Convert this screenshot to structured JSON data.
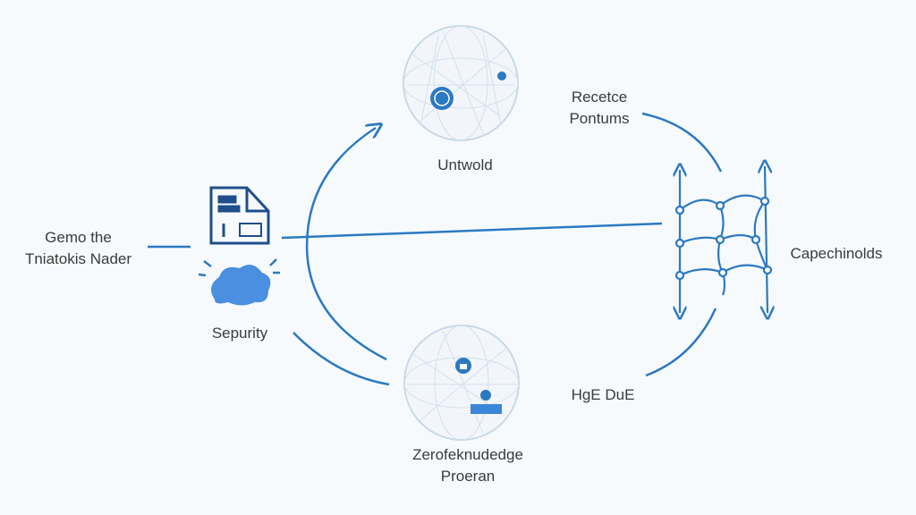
{
  "labels": {
    "left_node": [
      "Gemo the",
      "Tniatokis Nader"
    ],
    "security": "Sepurity",
    "top_globe": "Untwold",
    "top_right": [
      "Recetce",
      "Pontums"
    ],
    "right_grid": "Capechinolds",
    "bottom_right": "HgE DuE",
    "bottom_globe": [
      "Zerofeknudedge",
      "Proeran"
    ]
  },
  "colors": {
    "accent": "#2b79c2",
    "dark_icon": "#1f4e8c",
    "cloud": "#4a8fe0",
    "globe_lines": "#c9d8e8"
  }
}
